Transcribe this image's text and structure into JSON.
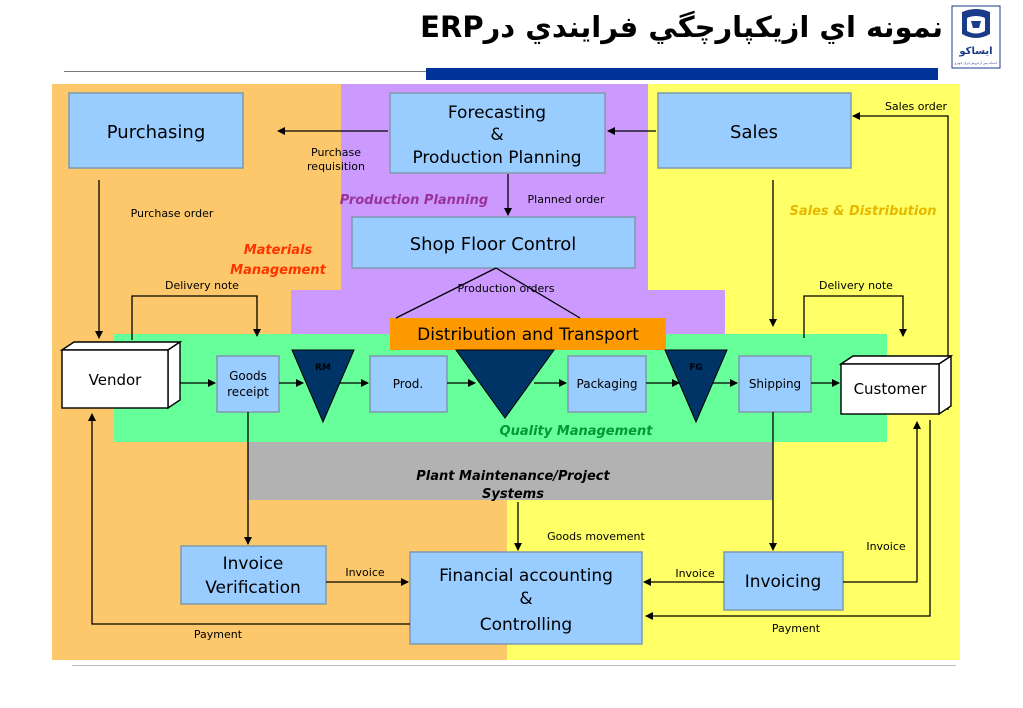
{
  "title": "نمونه اي ازيکپارچگي فرايندي درERP",
  "logo": {
    "icon": "iran-khodro-logo-icon",
    "text": "ایساکو",
    "subtext": "خدمات پس از فروش ایران خودرو"
  },
  "colors": {
    "materials": "#fcc86b",
    "production": "#cc99ff",
    "sales": "#ffff66",
    "quality": "#66ff99",
    "plant": "#b2b2b2",
    "distribution": "#ff9900",
    "box": "#99ccff",
    "triangle": "#003366",
    "title_bar": "#003399"
  },
  "areas": {
    "materials": "Materials Management",
    "production": "Production Planning",
    "sales": "Sales & Distribution",
    "quality": "Quality Management",
    "plant": "Plant Maintenance/Project Systems",
    "distribution": "Distribution and Transport"
  },
  "nodes": {
    "purchasing": "Purchasing",
    "forecasting": [
      "Forecasting",
      "&",
      "Production Planning"
    ],
    "sales": "Sales",
    "shop_floor": "Shop Floor Control",
    "vendor": "Vendor",
    "goods_receipt": [
      "Goods",
      "receipt"
    ],
    "rm": "RM",
    "prod": "Prod.",
    "packaging": "Packaging",
    "fg": "FG",
    "shipping": "Shipping",
    "customer": "Customer",
    "invoice_verification": [
      "Invoice",
      "Verification"
    ],
    "financial": [
      "Financial accounting",
      "&",
      "Controlling"
    ],
    "invoicing": "Invoicing"
  },
  "edges": {
    "purchase_requisition": [
      "Purchase",
      "requisition"
    ],
    "sales_order": "Sales order",
    "purchase_order": "Purchase order",
    "planned_order": "Planned order",
    "production_orders": "Production orders",
    "delivery_note_left": "Delivery note",
    "delivery_note_right": "Delivery note",
    "goods_movement": "Goods movement",
    "invoice_left": "Invoice",
    "invoice_right": "Invoice",
    "invoice_customer": "Invoice",
    "payment_left": "Payment",
    "payment_right": "Payment"
  }
}
